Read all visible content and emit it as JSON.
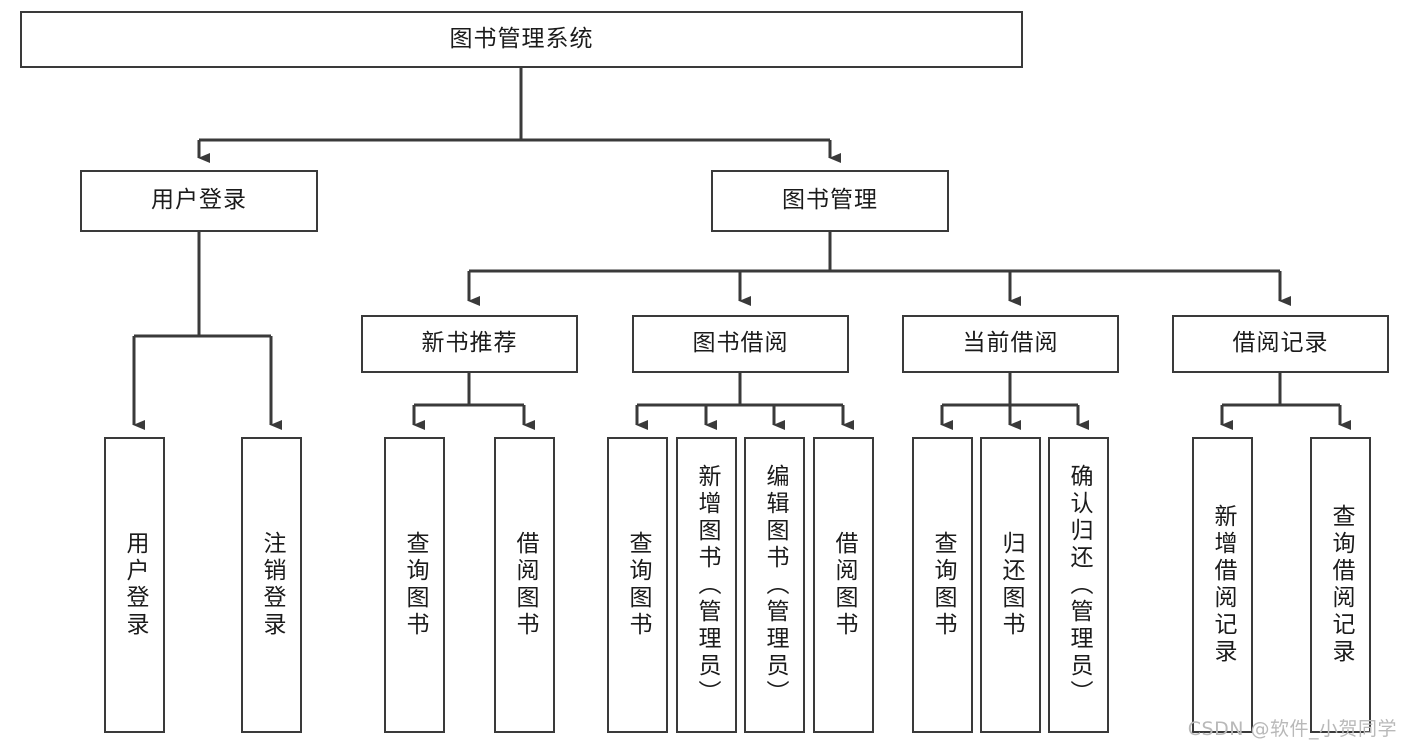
{
  "diagram": {
    "type": "tree-hierarchy",
    "orientation": "top-down",
    "root": {
      "id": "root",
      "label": "图书管理系统"
    },
    "level2": [
      {
        "id": "user-login",
        "label": "用户登录"
      },
      {
        "id": "book-management",
        "label": "图书管理"
      }
    ],
    "level3": [
      {
        "id": "new-book-recommend",
        "label": "新书推荐",
        "parent": "book-management"
      },
      {
        "id": "book-borrow",
        "label": "图书借阅",
        "parent": "book-management"
      },
      {
        "id": "current-borrow",
        "label": "当前借阅",
        "parent": "book-management"
      },
      {
        "id": "borrow-record",
        "label": "借阅记录",
        "parent": "book-management"
      }
    ],
    "leaves": [
      {
        "id": "leaf-user-login",
        "label": "用户登录",
        "parent": "user-login"
      },
      {
        "id": "leaf-logout-login",
        "label": "注销登录",
        "parent": "user-login"
      },
      {
        "id": "leaf-query-book-1",
        "label": "查询图书",
        "parent": "new-book-recommend"
      },
      {
        "id": "leaf-borrow-book-1",
        "label": "借阅图书",
        "parent": "new-book-recommend"
      },
      {
        "id": "leaf-query-book-2",
        "label": "查询图书",
        "parent": "book-borrow"
      },
      {
        "id": "leaf-add-book",
        "label": "新增图书（管理员）",
        "parent": "book-borrow"
      },
      {
        "id": "leaf-edit-book",
        "label": "编辑图书（管理员）",
        "parent": "book-borrow"
      },
      {
        "id": "leaf-borrow-book-2",
        "label": "借阅图书",
        "parent": "book-borrow"
      },
      {
        "id": "leaf-query-book-3",
        "label": "查询图书",
        "parent": "current-borrow"
      },
      {
        "id": "leaf-return-book",
        "label": "归还图书",
        "parent": "current-borrow"
      },
      {
        "id": "leaf-confirm-return",
        "label": "确认归还（管理员）",
        "parent": "current-borrow"
      },
      {
        "id": "leaf-add-record",
        "label": "新增借阅记录",
        "parent": "borrow-record"
      },
      {
        "id": "leaf-query-record",
        "label": "查询借阅记录",
        "parent": "borrow-record"
      }
    ],
    "colors": {
      "stroke": "#3a3a3a",
      "text": "#1b1b1b",
      "background": "#ffffff",
      "watermark": "#b9b9b9"
    }
  },
  "watermark": {
    "text": "CSDN @软件_小贺同学"
  }
}
